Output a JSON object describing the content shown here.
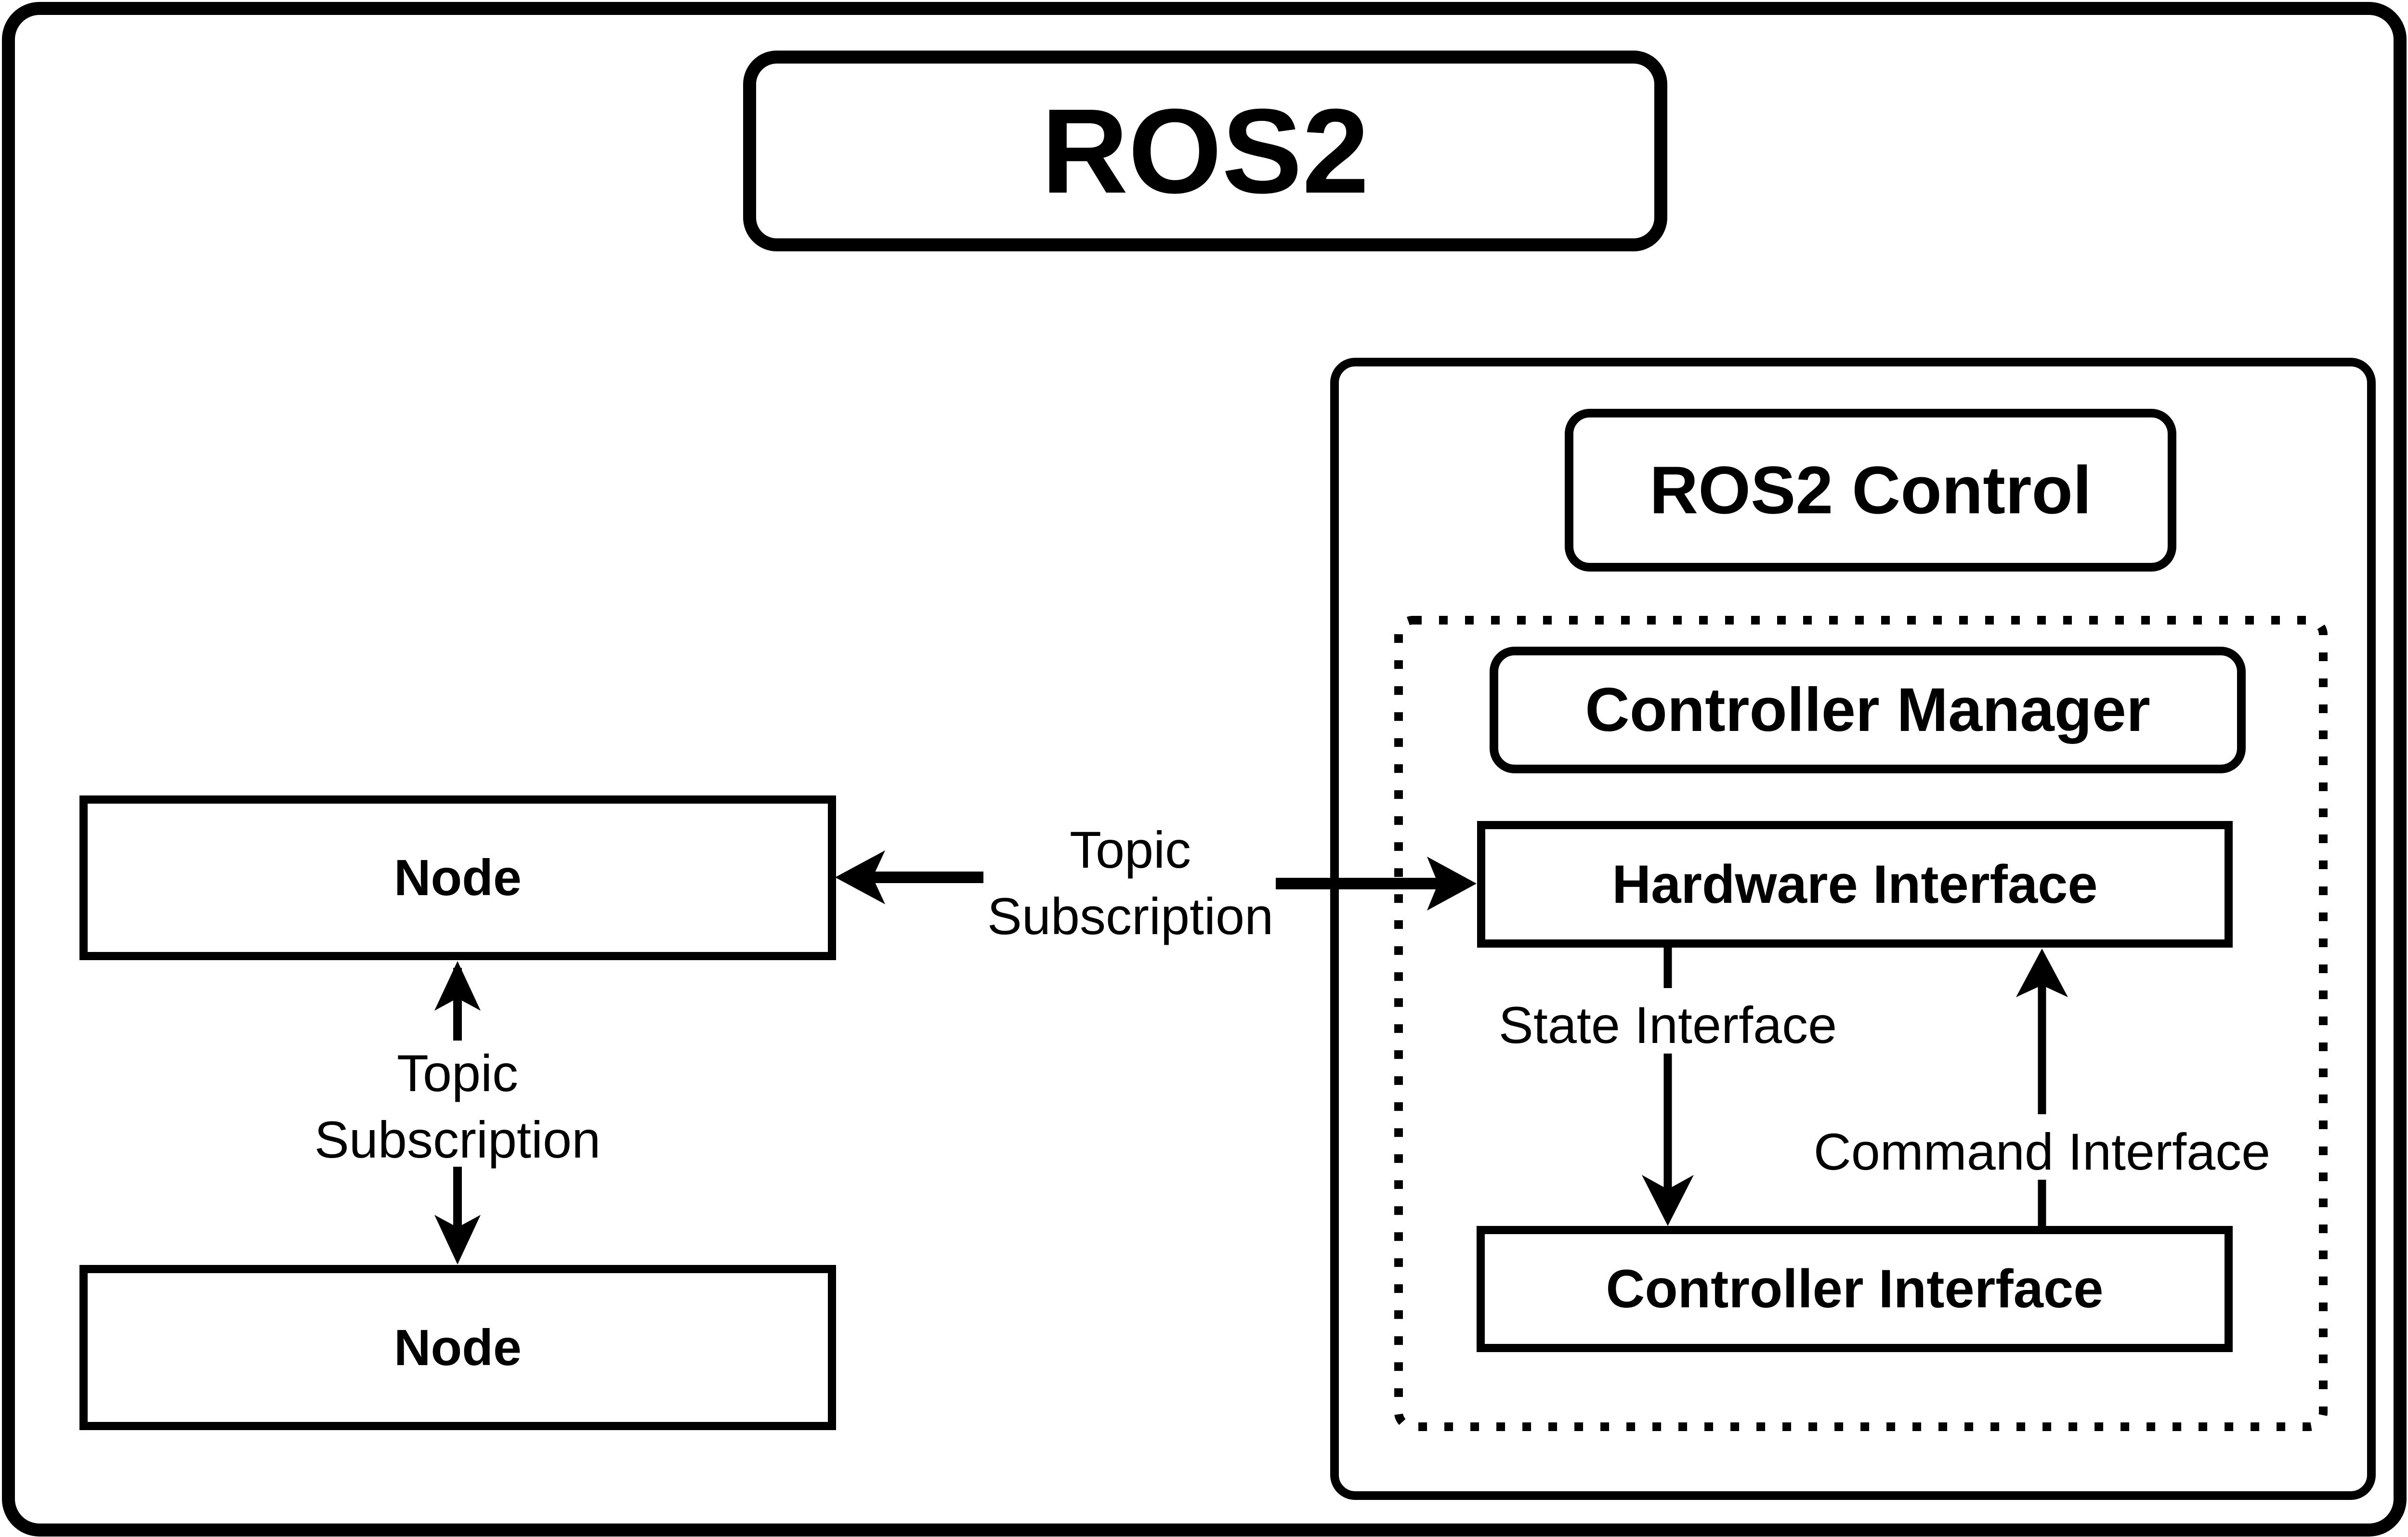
{
  "diagram": {
    "title": "ROS2",
    "ros2_control": {
      "title": "ROS2 Control",
      "controller_manager": "Controller Manager",
      "hardware_interface": "Hardware Interface",
      "controller_interface": "Controller Interface",
      "state_interface_label": "State Interface",
      "command_interface_label": "Command Interface"
    },
    "nodes": [
      {
        "label": "Node"
      },
      {
        "label": "Node"
      }
    ],
    "edges": {
      "node_to_node": {
        "line1": "Topic",
        "line2": "Subscription"
      },
      "node_to_hardware": {
        "line1": "Topic",
        "line2": "Subscription"
      }
    },
    "colors": {
      "stroke": "#000000",
      "background": "#ffffff"
    }
  }
}
